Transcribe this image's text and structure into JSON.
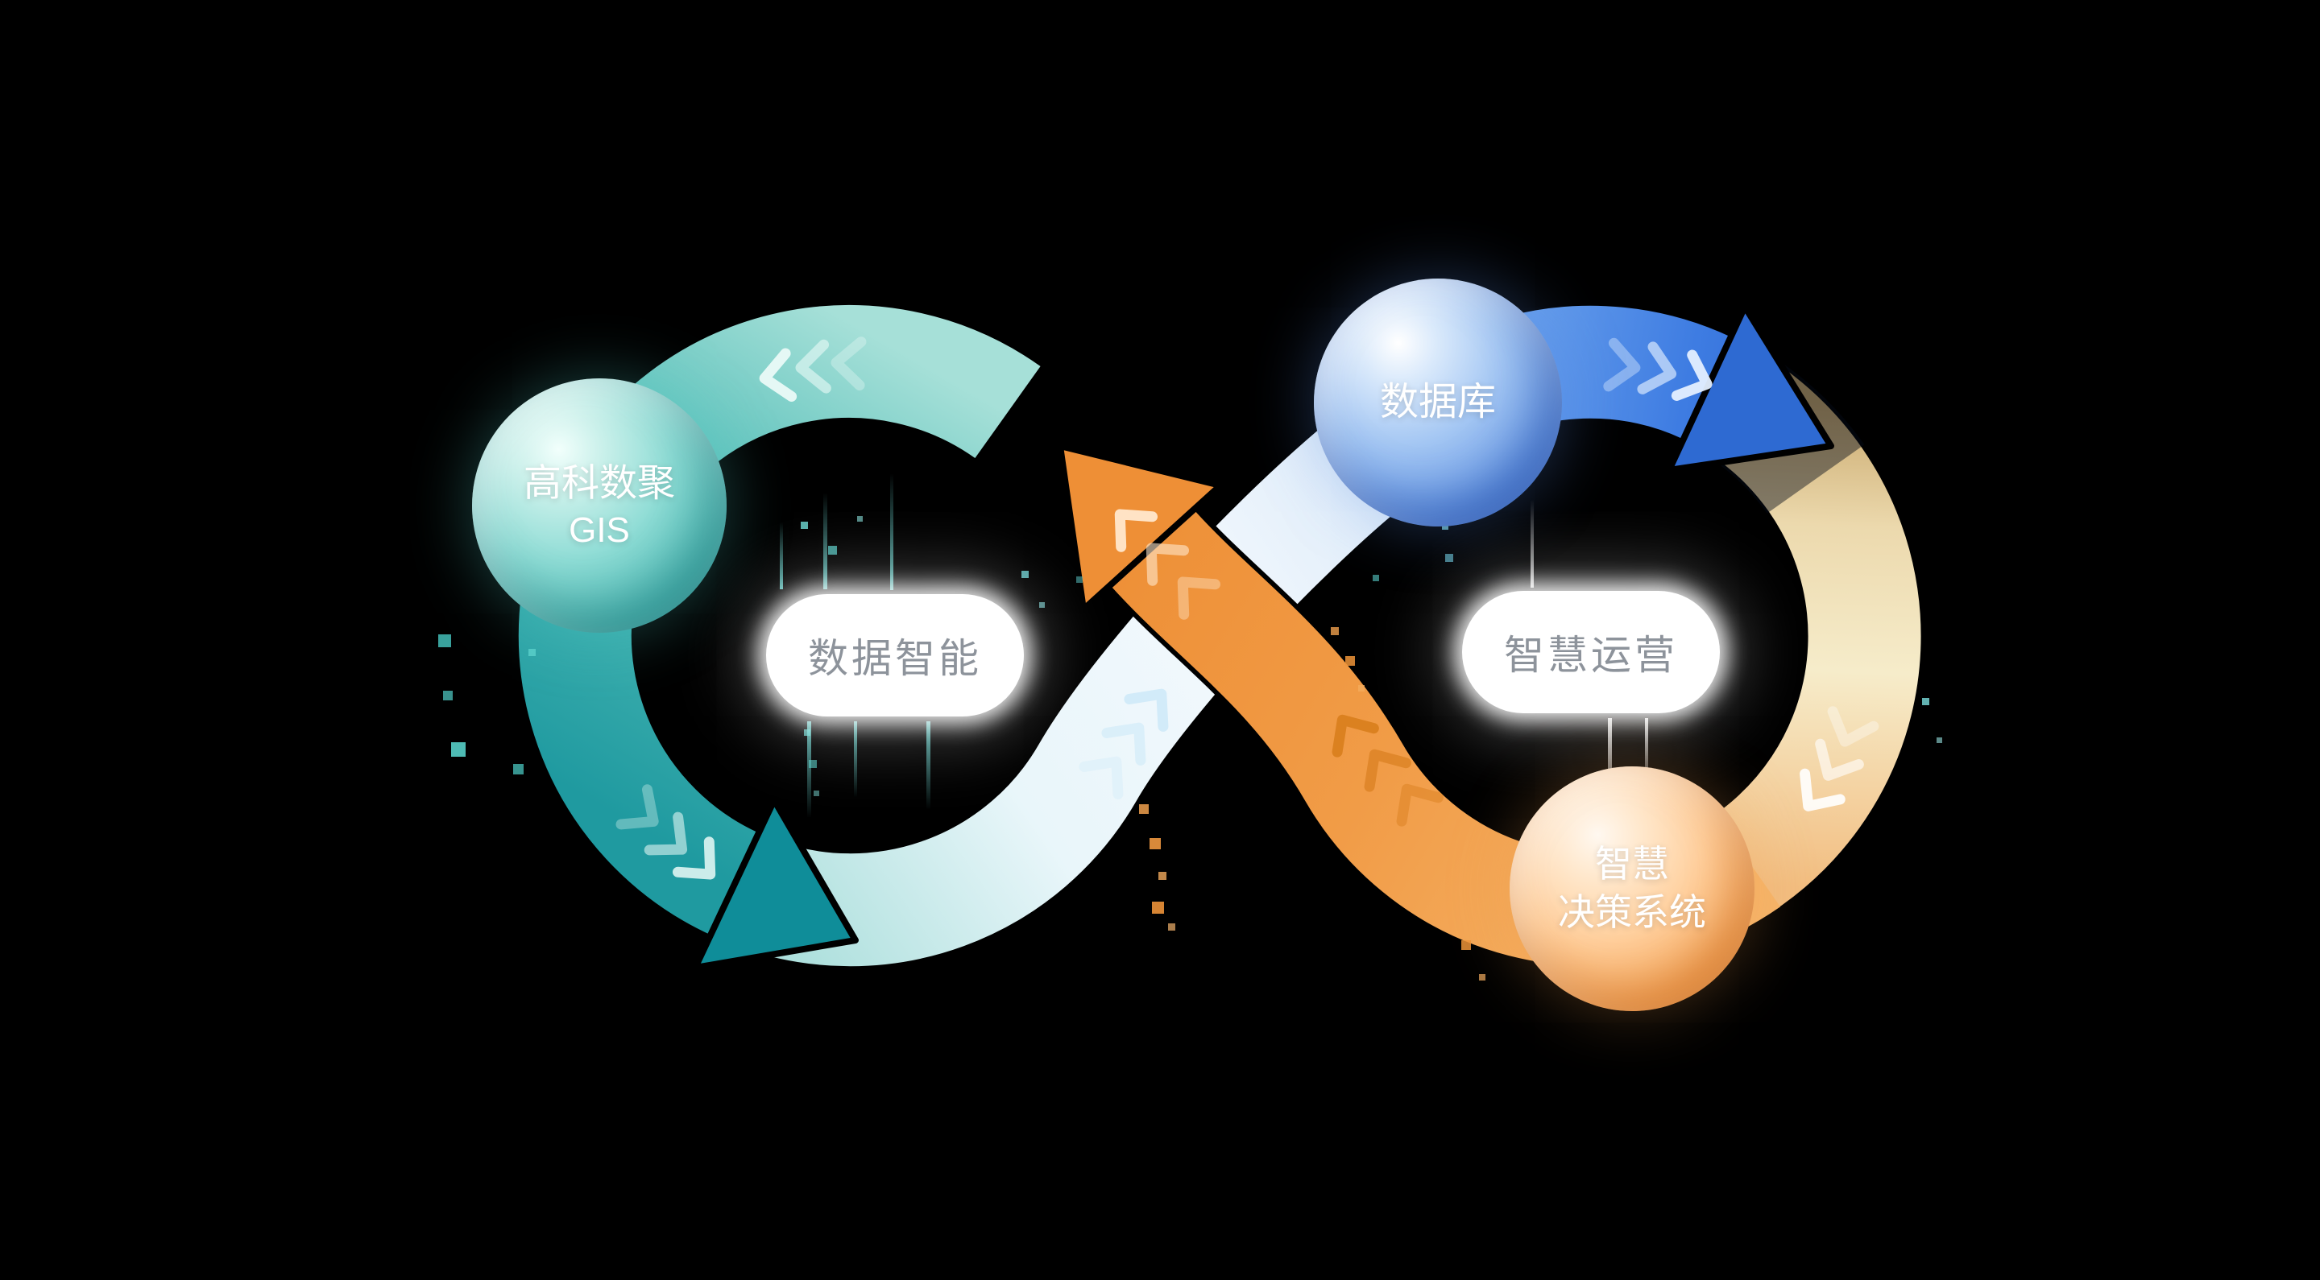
{
  "diagram": {
    "background_color": "#000000",
    "nodes": [
      {
        "id": "gis",
        "label_lines": [
          "高科数聚",
          "GIS"
        ],
        "color": "#3fb3ae"
      },
      {
        "id": "database",
        "label_lines": [
          "数据库"
        ],
        "color": "#4a80dd"
      },
      {
        "id": "decision-system",
        "label_lines": [
          "智慧",
          "决策系统"
        ],
        "color": "#f09443"
      }
    ],
    "stage_labels": [
      {
        "id": "data-intelligence",
        "label": "数据智能",
        "text_color": "#8d939b"
      },
      {
        "id": "smart-operations",
        "label": "智慧运营",
        "text_color": "#8d939b"
      }
    ],
    "flow_colors": {
      "teal_loop": "#35a9a6",
      "pale_loop": "#e9f6fa",
      "blue_arrow": "#2e6ad2",
      "cream_loop": "#f6ecca",
      "orange_arrow": "#ee8f36"
    }
  }
}
